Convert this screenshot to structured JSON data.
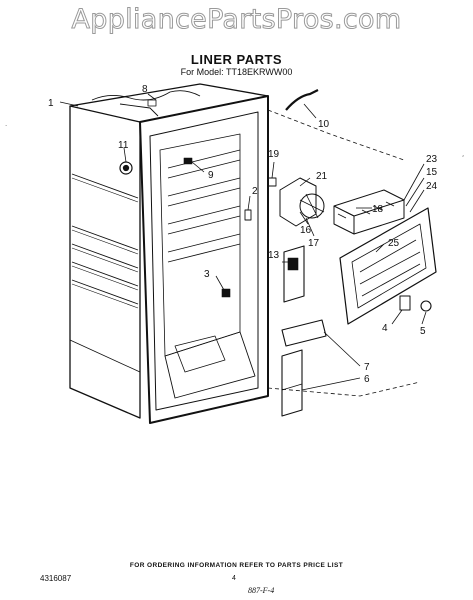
{
  "watermark": "AppliancePartsPros.com",
  "title": "LINER PARTS",
  "model": "For Model: TT18EKRWW00",
  "callouts": [
    "1",
    "2",
    "3",
    "4",
    "5",
    "6",
    "7",
    "8",
    "9",
    "10",
    "11",
    "13",
    "15",
    "16",
    "17",
    "18",
    "19",
    "21",
    "23",
    "24",
    "25"
  ],
  "footer": {
    "part_code": "4316087",
    "ordering_note": "FOR ORDERING INFORMATION REFER TO PARTS PRICE LIST",
    "page_number": "4",
    "handwritten": "887-F-4"
  }
}
